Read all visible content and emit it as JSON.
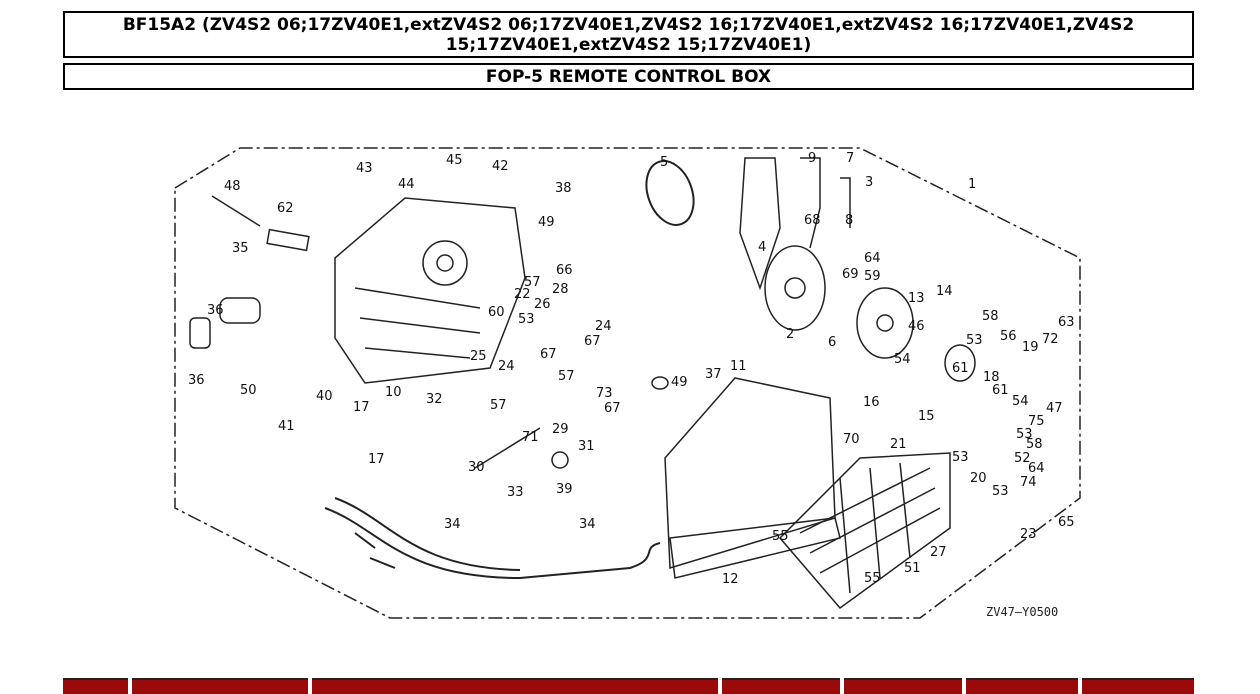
{
  "header": {
    "title": "BF15A2 (ZV4S2 06;17ZV40E1,extZV4S2 06;17ZV40E1,ZV4S2 16;17ZV40E1,extZV4S2 16;17ZV40E1,ZV4S2 15;17ZV40E1,extZV4S2 15;17ZV40E1)",
    "subtitle": "FOP-5 REMOTE CONTROL BOX"
  },
  "diagram": {
    "ref_code": "ZV47—Y0500",
    "callouts": [
      "1",
      "2",
      "3",
      "4",
      "5",
      "6",
      "7",
      "8",
      "9",
      "10",
      "11",
      "12",
      "13",
      "14",
      "15",
      "16",
      "17",
      "18",
      "19",
      "20",
      "21",
      "22",
      "23",
      "24",
      "25",
      "26",
      "27",
      "28",
      "29",
      "30",
      "31",
      "32",
      "33",
      "34",
      "35",
      "36",
      "37",
      "38",
      "39",
      "40",
      "41",
      "42",
      "43",
      "44",
      "45",
      "46",
      "47",
      "48",
      "49",
      "50",
      "51",
      "52",
      "53",
      "54",
      "55",
      "56",
      "57",
      "58",
      "59",
      "60",
      "61",
      "62",
      "63",
      "64",
      "65",
      "66",
      "67",
      "68",
      "69",
      "70",
      "71",
      "72",
      "73",
      "74",
      "75"
    ]
  },
  "colors": {
    "table_header": "#9b0a0a",
    "border": "#000000"
  }
}
